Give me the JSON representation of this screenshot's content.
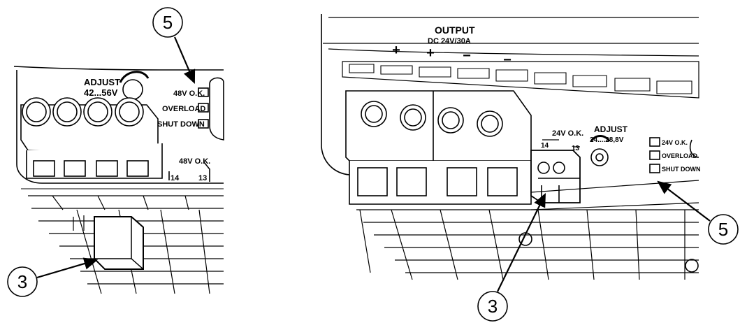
{
  "left_panel": {
    "adjust_label": "ADJUST",
    "adjust_range": "42...56V",
    "led_labels": [
      "48V O.K.",
      "OVERLOAD",
      "SHUT DOWN"
    ],
    "relay_label": "48V O.K.",
    "relay_pins": [
      "14",
      "13"
    ],
    "callouts": [
      "5",
      "3"
    ]
  },
  "right_panel": {
    "output_title": "OUTPUT",
    "output_subtitle": "DC 24V/30A",
    "polarity": [
      "+",
      "+",
      "−",
      "−"
    ],
    "relay_label": "24V O.K.",
    "relay_pins": [
      "14",
      "13"
    ],
    "adjust_label": "ADJUST",
    "adjust_range": "24....28,8V",
    "led_labels": [
      "24V O.K.",
      "OVERLOAD",
      "SHUT DOWN"
    ],
    "callouts": [
      "5",
      "3"
    ]
  },
  "colors": {
    "line": "#000000",
    "fill": "#ffffff"
  }
}
